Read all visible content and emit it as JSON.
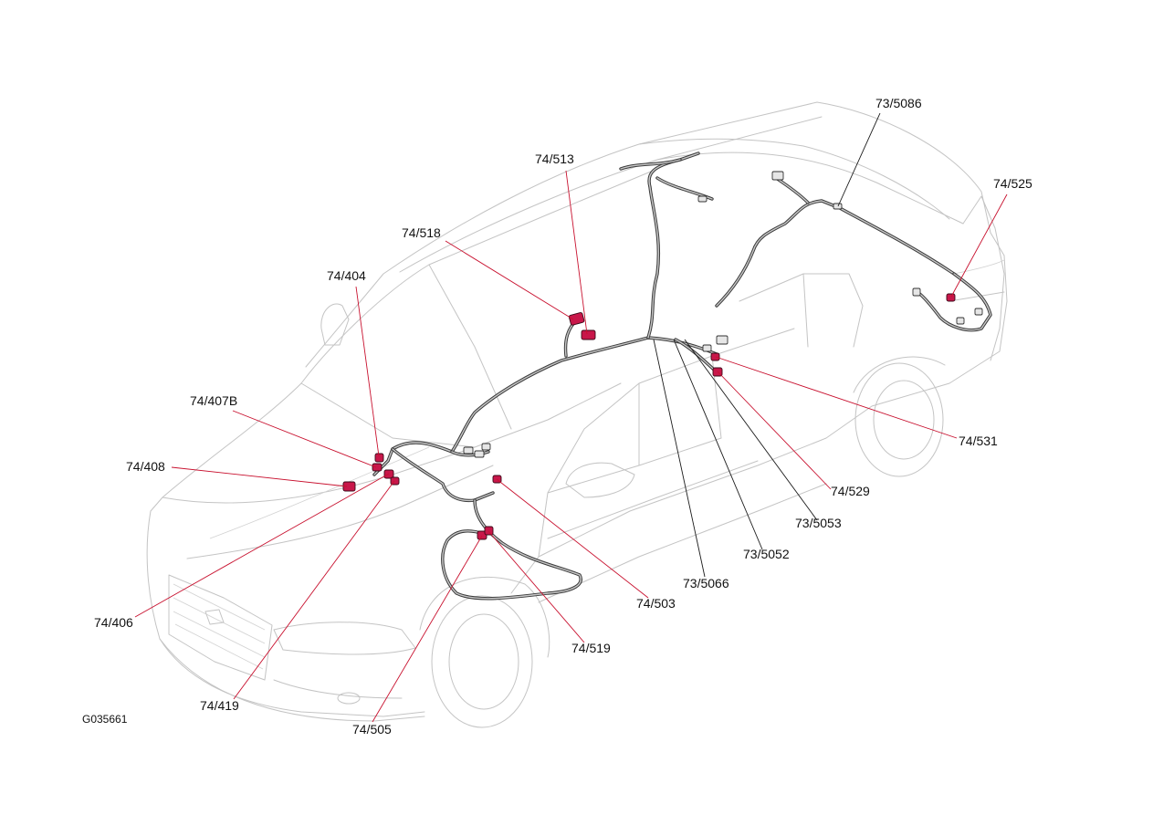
{
  "figure_id": "G035661",
  "callouts": {
    "c73_5086": "73/5086",
    "c74_525": "74/525",
    "c74_513": "74/513",
    "c74_518": "74/518",
    "c74_404": "74/404",
    "c74_407B": "74/407B",
    "c74_408": "74/408",
    "c74_531": "74/531",
    "c74_529": "74/529",
    "c73_5053": "73/5053",
    "c73_5052": "73/5052",
    "c73_5066": "73/5066",
    "c74_503": "74/503",
    "c74_519": "74/519",
    "c74_406": "74/406",
    "c74_419": "74/419",
    "c74_505": "74/505"
  },
  "colors": {
    "highlight_connector": "#c8174a",
    "leader_red": "#c8102e",
    "leader_black": "#1a1a1a",
    "car_outline": "#c4c4c4",
    "harness": "#3a3a3a"
  }
}
